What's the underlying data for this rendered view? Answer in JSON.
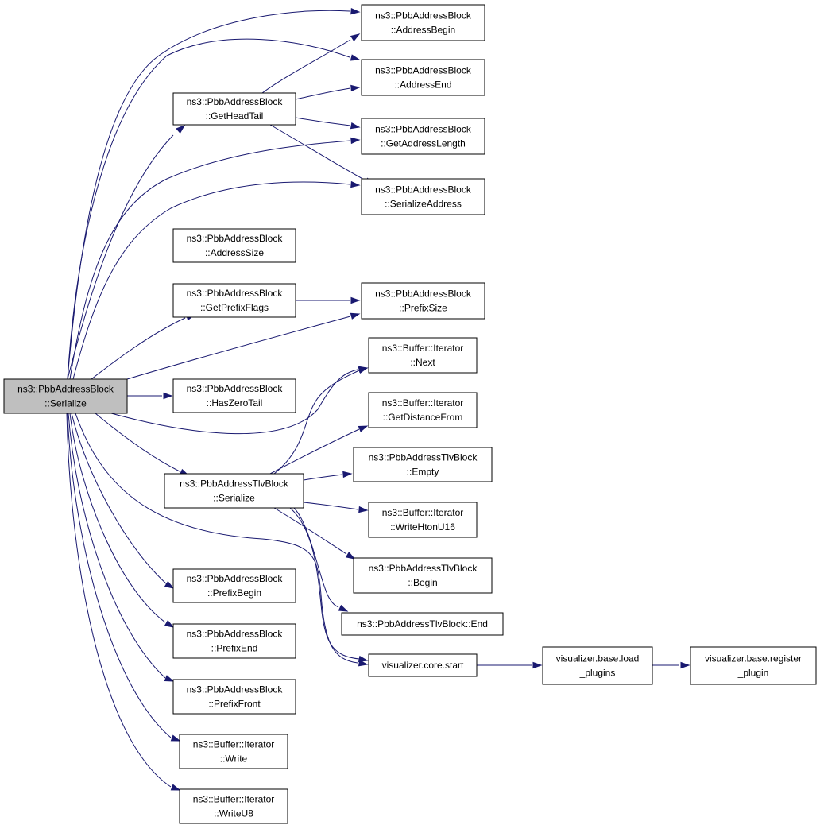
{
  "colors": {
    "edge": "#191970",
    "node_fill": "#ffffff",
    "root_fill": "#bfbfbf",
    "node_border": "#000000"
  },
  "nodes": {
    "root": [
      "ns3::PbbAddressBlock",
      "::Serialize"
    ],
    "getHeadTail": [
      "ns3::PbbAddressBlock",
      "::GetHeadTail"
    ],
    "addressSize": [
      "ns3::PbbAddressBlock",
      "::AddressSize"
    ],
    "getPrefixFlags": [
      "ns3::PbbAddressBlock",
      "::GetPrefixFlags"
    ],
    "hasZeroTail": [
      "ns3::PbbAddressBlock",
      "::HasZeroTail"
    ],
    "tlvSerialize": [
      "ns3::PbbAddressTlvBlock",
      "::Serialize"
    ],
    "prefixBegin": [
      "ns3::PbbAddressBlock",
      "::PrefixBegin"
    ],
    "prefixEnd": [
      "ns3::PbbAddressBlock",
      "::PrefixEnd"
    ],
    "prefixFront": [
      "ns3::PbbAddressBlock",
      "::PrefixFront"
    ],
    "write": [
      "ns3::Buffer::Iterator",
      "::Write"
    ],
    "writeU8": [
      "ns3::Buffer::Iterator",
      "::WriteU8"
    ],
    "addressBegin": [
      "ns3::PbbAddressBlock",
      "::AddressBegin"
    ],
    "addressEnd": [
      "ns3::PbbAddressBlock",
      "::AddressEnd"
    ],
    "getAddressLength": [
      "ns3::PbbAddressBlock",
      "::GetAddressLength"
    ],
    "serializeAddress": [
      "ns3::PbbAddressBlock",
      "::SerializeAddress"
    ],
    "prefixSize": [
      "ns3::PbbAddressBlock",
      "::PrefixSize"
    ],
    "next": [
      "ns3::Buffer::Iterator",
      "::Next"
    ],
    "getDistanceFrom": [
      "ns3::Buffer::Iterator",
      "::GetDistanceFrom"
    ],
    "tlvEmpty": [
      "ns3::PbbAddressTlvBlock",
      "::Empty"
    ],
    "writeHtonU16": [
      "ns3::Buffer::Iterator",
      "::WriteHtonU16"
    ],
    "tlvBegin": [
      "ns3::PbbAddressTlvBlock",
      "::Begin"
    ],
    "tlvEnd": [
      "ns3::PbbAddressTlvBlock::End"
    ],
    "vizStart": [
      "visualizer.core.start"
    ],
    "loadPlugins": [
      "visualizer.base.load",
      "_plugins"
    ],
    "registerPlugin": [
      "visualizer.base.register",
      "_plugin"
    ]
  },
  "edges": [
    [
      "root",
      "getHeadTail"
    ],
    [
      "root",
      "addressBegin"
    ],
    [
      "root",
      "addressEnd"
    ],
    [
      "root",
      "getAddressLength"
    ],
    [
      "root",
      "serializeAddress"
    ],
    [
      "root",
      "getPrefixFlags"
    ],
    [
      "root",
      "prefixSize"
    ],
    [
      "root",
      "hasZeroTail"
    ],
    [
      "root",
      "next"
    ],
    [
      "root",
      "tlvSerialize"
    ],
    [
      "root",
      "vizStart"
    ],
    [
      "root",
      "prefixBegin"
    ],
    [
      "root",
      "prefixEnd"
    ],
    [
      "root",
      "prefixFront"
    ],
    [
      "root",
      "write"
    ],
    [
      "root",
      "writeU8"
    ],
    [
      "getHeadTail",
      "addressBegin"
    ],
    [
      "getHeadTail",
      "addressEnd"
    ],
    [
      "getHeadTail",
      "getAddressLength"
    ],
    [
      "getHeadTail",
      "serializeAddress"
    ],
    [
      "getPrefixFlags",
      "prefixSize"
    ],
    [
      "tlvSerialize",
      "next"
    ],
    [
      "tlvSerialize",
      "getDistanceFrom"
    ],
    [
      "tlvSerialize",
      "tlvEmpty"
    ],
    [
      "tlvSerialize",
      "writeHtonU16"
    ],
    [
      "tlvSerialize",
      "tlvBegin"
    ],
    [
      "tlvSerialize",
      "tlvEnd"
    ],
    [
      "tlvSerialize",
      "vizStart"
    ],
    [
      "vizStart",
      "loadPlugins"
    ],
    [
      "loadPlugins",
      "registerPlugin"
    ]
  ]
}
